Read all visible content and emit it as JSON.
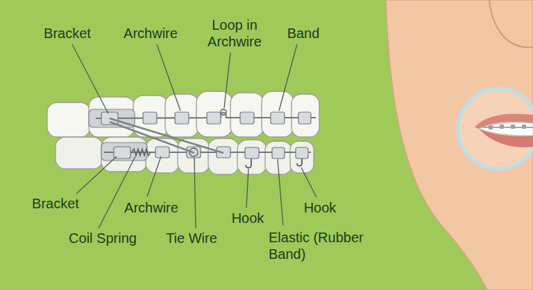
{
  "diagram": {
    "labels": [
      "Bracket",
      "Archwire",
      "Loop in Archwire",
      "Band",
      "Bracket",
      "Archwire",
      "Coil Spring",
      "Tie Wire",
      "Hook",
      "Hook",
      "Elastic (Rubber Band)"
    ]
  }
}
